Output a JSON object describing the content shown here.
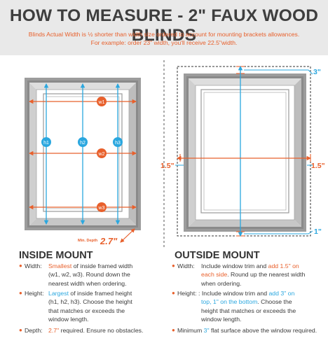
{
  "header": {
    "title": "HOW TO MEASURE - 2\" FAUX WOOD BLINDS",
    "subtitle_line1": "Blinds Actual Width is ½ shorter than width size ordered to account for mounting brackets allowances.",
    "subtitle_line2": "For example: order 23\" width, you'll receive 22.5\"width."
  },
  "colors": {
    "accent_orange": "#e8602c",
    "accent_blue": "#2aa7df",
    "frame_gray": "#9a9a9a",
    "header_bg": "#e9e9e9"
  },
  "inside_diagram": {
    "width_markers": [
      "w1",
      "w2",
      "w3"
    ],
    "height_markers": [
      "h1",
      "h2",
      "h3"
    ],
    "min_depth_label": "Min. Depth",
    "min_depth_value": "2.7\""
  },
  "outside_diagram": {
    "top_extension": "3\"",
    "left_extension": "1.5\"",
    "right_extension": "1.5\"",
    "bottom_extension": "1\""
  },
  "inside_mount": {
    "heading": "INSIDE MOUNT",
    "width_label": "Width:",
    "width_hi": "Smallest",
    "width_text_1": " of inside framed width",
    "width_text_2": "(w1, w2, w3). Round down the",
    "width_text_3": "nearest width when ordering.",
    "height_label": "Height:",
    "height_hi": "Largest",
    "height_text_1": " of inside framed height",
    "height_text_2": "(h1, h2, h3). Choose the height",
    "height_text_3": "that matches or exceeds the",
    "height_text_4": "window length.",
    "depth_label": "Depth:",
    "depth_hi": "2.7\"",
    "depth_text": " required. Ensure no obstacles."
  },
  "outside_mount": {
    "heading": "OUTSIDE MOUNT",
    "width_label": "Width:",
    "width_text_1a": "Include window trim and ",
    "width_hi_1": "add 1.5\" on",
    "width_hi_2": "each side",
    "width_text_2": ". Round up the nearest width",
    "width_text_3": "when ordering.",
    "height_label": "Height:",
    "height_text_1a": ": Include window trim and ",
    "height_hi_1": "add 3\" on",
    "height_hi_2": "top, 1\" on the bottom",
    "height_text_2": ". Choose the",
    "height_text_3": "height that matches or exceeds the",
    "height_text_4": "window length.",
    "min_text_1": "Minimum ",
    "min_hi": "3\"",
    "min_text_2": " flat surface above the window required."
  }
}
